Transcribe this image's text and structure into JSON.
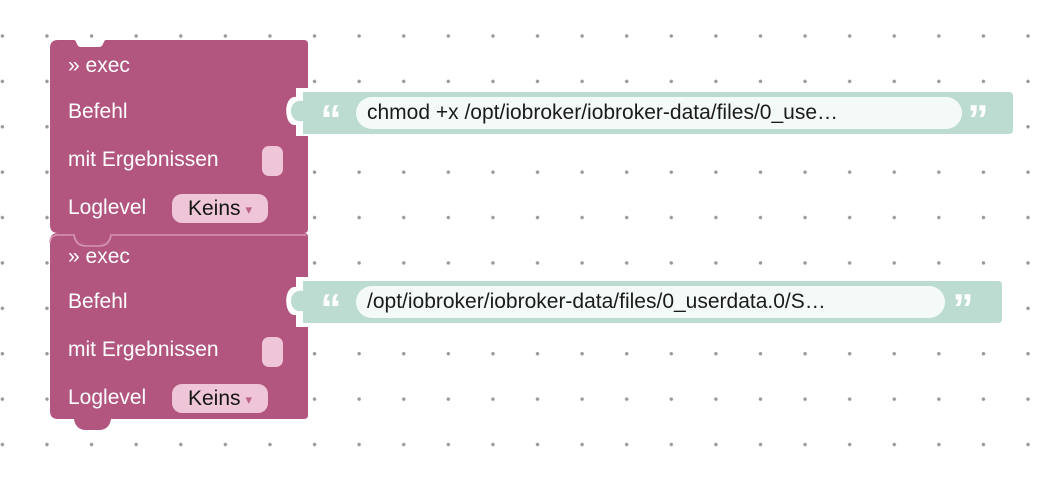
{
  "workspace": {
    "type": "blockly-editor",
    "background": "#ffffff"
  },
  "colors": {
    "block": "#b2557f",
    "block_highlight": "#d795b4",
    "field_light": "#eec6d7",
    "string_block": "#bcdcd2",
    "string_field_bg": "#f4faf8",
    "grid_dot": "#999999"
  },
  "glyphs": {
    "quote_open": "“",
    "quote_close": "”",
    "dropdown_arrow": "▾"
  },
  "blocks": [
    {
      "type": "exec",
      "header": "» exec",
      "command_label": "Befehl",
      "command_value": "chmod +x /opt/iobroker/iobroker-data/files/0_use…",
      "with_results_label": "mit Ergebnissen",
      "with_results_checked": false,
      "loglevel_label": "Loglevel",
      "loglevel_value": "Keins"
    },
    {
      "type": "exec",
      "header": "» exec",
      "command_label": "Befehl",
      "command_value": "/opt/iobroker/iobroker-data/files/0_userdata.0/S…",
      "with_results_label": "mit Ergebnissen",
      "with_results_checked": false,
      "loglevel_label": "Loglevel",
      "loglevel_value": "Keins"
    }
  ]
}
